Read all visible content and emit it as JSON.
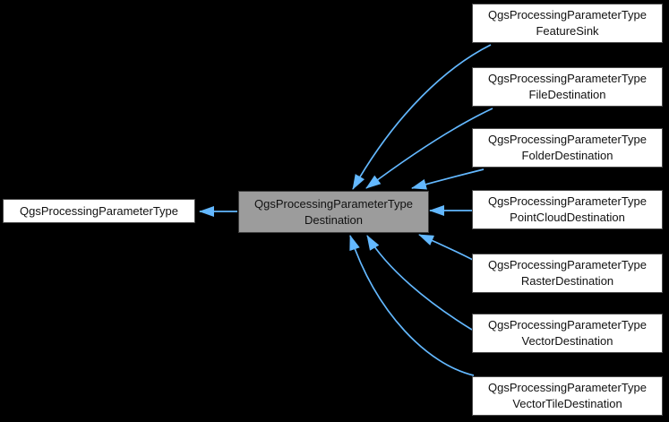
{
  "diagram": {
    "type": "class-inheritance-graph",
    "background_color": "#000000",
    "arrow_color": "#63B8FF",
    "node_fill_color": "#FFFFFF",
    "current_node_fill_color": "#9C9C9C",
    "base_class": {
      "label": "QgsProcessingParameterType"
    },
    "current_class": {
      "line1": "QgsProcessingParameterType",
      "line2": "Destination"
    },
    "derived_classes": [
      {
        "line1": "QgsProcessingParameterType",
        "line2": "FeatureSink"
      },
      {
        "line1": "QgsProcessingParameterType",
        "line2": "FileDestination"
      },
      {
        "line1": "QgsProcessingParameterType",
        "line2": "FolderDestination"
      },
      {
        "line1": "QgsProcessingParameterType",
        "line2": "PointCloudDestination"
      },
      {
        "line1": "QgsProcessingParameterType",
        "line2": "RasterDestination"
      },
      {
        "line1": "QgsProcessingParameterType",
        "line2": "VectorDestination"
      },
      {
        "line1": "QgsProcessingParameterType",
        "line2": "VectorTileDestination"
      }
    ]
  }
}
